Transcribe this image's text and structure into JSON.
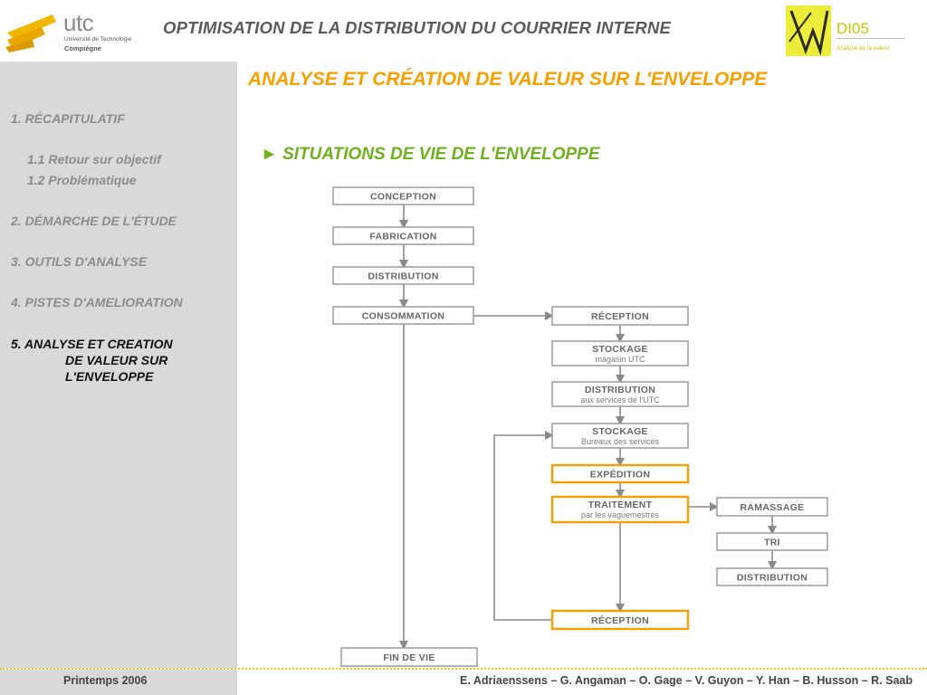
{
  "header": {
    "logo_name": "utc",
    "logo_sub1": "Université de Technologie",
    "logo_sub2": "Compiègne",
    "title": "OPTIMISATION DE LA DISTRIBUTION DU COURRIER INTERNE",
    "badge_code": "DI05",
    "badge_tagline": "Analyse de la valeur"
  },
  "sidebar": {
    "items": [
      {
        "label": "1. RÉCAPITULATIF",
        "active": false
      },
      {
        "label": "1.1 Retour sur objectif",
        "active": false
      },
      {
        "label": "1.2 Problématique",
        "active": false
      },
      {
        "label": "2. DÉMARCHE DE L'ÉTUDE",
        "active": false
      },
      {
        "label": "3. OUTILS D'ANALYSE",
        "active": false
      },
      {
        "label": "4. PISTES D'AMELIORATION",
        "active": false
      },
      {
        "label": "5. ANALYSE ET CREATION",
        "active": true
      },
      {
        "label": "DE VALEUR SUR",
        "active": true
      },
      {
        "label": "L'ENVELOPPE",
        "active": true
      }
    ]
  },
  "content": {
    "section_title": "ANALYSE ET CRÉATION DE VALEUR SUR L'ENVELOPPE",
    "subtitle": "► SITUATIONS DE VIE DE L'ENVELOPPE"
  },
  "diagram": {
    "colors": {
      "normal_border": "#9a9a9a",
      "highlight_border": "#f5a000",
      "arrow": "#8a8a8a",
      "text": "#666666"
    },
    "nodes": [
      {
        "id": "conception",
        "label": "CONCEPTION",
        "sub": "",
        "highlight": false
      },
      {
        "id": "fabrication",
        "label": "FABRICATION",
        "sub": "",
        "highlight": false
      },
      {
        "id": "distribution1",
        "label": "DISTRIBUTION",
        "sub": "",
        "highlight": false
      },
      {
        "id": "consommation",
        "label": "CONSOMMATION",
        "sub": "",
        "highlight": false
      },
      {
        "id": "fin_de_vie",
        "label": "FIN DE VIE",
        "sub": "",
        "highlight": false
      },
      {
        "id": "reception1",
        "label": "RÉCEPTION",
        "sub": "",
        "highlight": false
      },
      {
        "id": "stockage1",
        "label": "STOCKAGE",
        "sub": "magasin UTC",
        "highlight": false
      },
      {
        "id": "distribution2",
        "label": "DISTRIBUTION",
        "sub": "aux services de l'UTC",
        "highlight": false
      },
      {
        "id": "stockage2",
        "label": "STOCKAGE",
        "sub": "Bureaux des services",
        "highlight": false
      },
      {
        "id": "expedition",
        "label": "EXPÉDITION",
        "sub": "",
        "highlight": true
      },
      {
        "id": "traitement",
        "label": "TRAITEMENT",
        "sub": "par les vaguemestres",
        "highlight": true
      },
      {
        "id": "reception2",
        "label": "RÉCEPTION",
        "sub": "",
        "highlight": true
      },
      {
        "id": "ramassage",
        "label": "RAMASSAGE",
        "sub": "",
        "highlight": false
      },
      {
        "id": "tri",
        "label": "TRI",
        "sub": "",
        "highlight": false
      },
      {
        "id": "distribution3",
        "label": "DISTRIBUTION",
        "sub": "",
        "highlight": false
      }
    ]
  },
  "footer": {
    "season": "Printemps 2006",
    "authors": "E. Adriaenssens – G. Angaman – O. Gage – V. Guyon – Y. Han – B. Husson – R. Saab"
  }
}
